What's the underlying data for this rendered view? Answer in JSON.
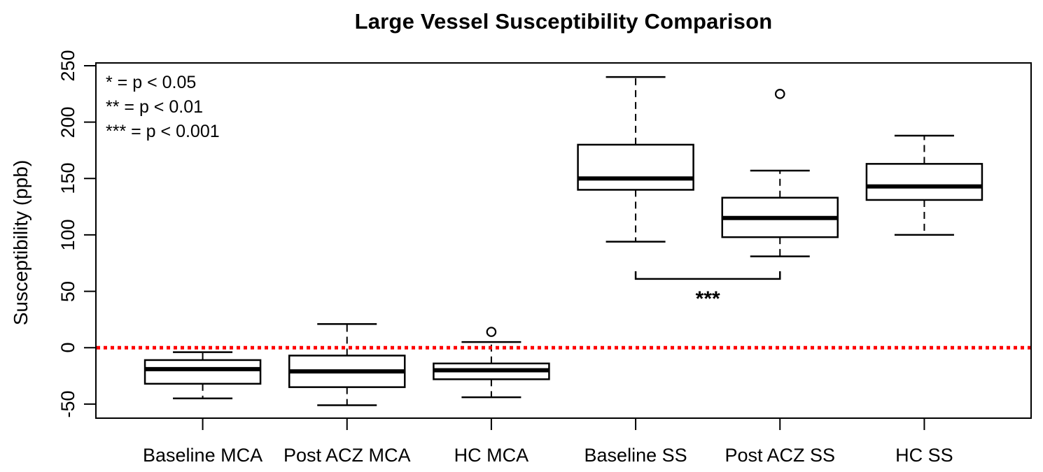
{
  "chart_data": {
    "type": "boxplot",
    "title": "Large Vessel Susceptibility Comparison",
    "ylabel": "Susceptibility (ppb)",
    "xlabel": "",
    "ylim": [
      -62.5,
      252.5
    ],
    "y_ticks": [
      -50,
      0,
      50,
      100,
      150,
      200,
      250
    ],
    "grid": false,
    "categories": [
      "Baseline MCA",
      "Post ACZ MCA",
      "HC MCA",
      "Baseline SS",
      "Post ACZ SS",
      "HC SS"
    ],
    "series": [
      {
        "name": "Baseline MCA",
        "low": -45,
        "q1": -32,
        "median": -19,
        "q3": -11,
        "high": -4,
        "outliers": []
      },
      {
        "name": "Post ACZ MCA",
        "low": -51,
        "q1": -35,
        "median": -21,
        "q3": -7,
        "high": 21,
        "outliers": []
      },
      {
        "name": "HC MCA",
        "low": -44,
        "q1": -28,
        "median": -20,
        "q3": -14,
        "high": 5,
        "outliers": [
          14
        ]
      },
      {
        "name": "Baseline SS",
        "low": 94,
        "q1": 140,
        "median": 150,
        "q3": 180,
        "high": 240,
        "outliers": []
      },
      {
        "name": "Post ACZ SS",
        "low": 81,
        "q1": 98,
        "median": 115,
        "q3": 133,
        "high": 157,
        "outliers": [
          225
        ]
      },
      {
        "name": "HC SS",
        "low": 100,
        "q1": 131,
        "median": 143,
        "q3": 163,
        "high": 188,
        "outliers": []
      }
    ],
    "reference_line": {
      "y": 0,
      "color": "#FF0000",
      "style": "dotted"
    },
    "significance": {
      "group_a": "Baseline SS",
      "group_b": "Post ACZ SS",
      "label": "***",
      "bracket_y": 61
    },
    "annotations": [
      "* = p < 0.05",
      "** = p < 0.01",
      "*** = p < 0.001"
    ],
    "colors": {
      "box_stroke": "#000000",
      "box_fill": "#FFFFFF",
      "reference": "#FF0000",
      "background": "#FFFFFF"
    },
    "legend_position": "top-left"
  }
}
